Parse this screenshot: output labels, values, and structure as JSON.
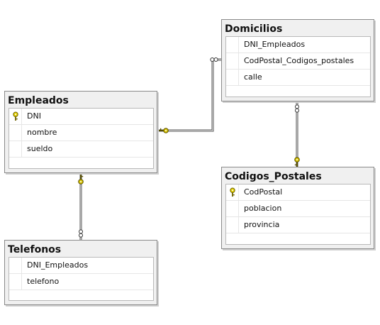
{
  "tables": [
    {
      "name": "Empleados",
      "columns": [
        {
          "name": "DNI",
          "key": true
        },
        {
          "name": "nombre",
          "key": false
        },
        {
          "name": "sueldo",
          "key": false
        }
      ]
    },
    {
      "name": "Telefonos",
      "columns": [
        {
          "name": "DNI_Empleados",
          "key": false
        },
        {
          "name": "telefono",
          "key": false
        }
      ]
    },
    {
      "name": "Domicilios",
      "columns": [
        {
          "name": "DNI_Empleados",
          "key": false
        },
        {
          "name": "CodPostal_Codigos_postales",
          "key": false
        },
        {
          "name": "calle",
          "key": false
        }
      ]
    },
    {
      "name": "Codigos_Postales",
      "columns": [
        {
          "name": "CodPostal",
          "key": true
        },
        {
          "name": "poblacion",
          "key": false
        },
        {
          "name": "provincia",
          "key": false
        }
      ]
    }
  ],
  "relationships": [
    {
      "from": "Empleados",
      "to": "Telefonos",
      "from_end": "key-icon",
      "to_end": "infinity-icon"
    },
    {
      "from": "Empleados",
      "to": "Domicilios",
      "from_end": "key-icon",
      "to_end": "infinity-icon"
    },
    {
      "from": "Codigos_Postales",
      "to": "Domicilios",
      "from_end": "key-icon",
      "to_end": "infinity-icon"
    }
  ],
  "colors": {
    "key": "#d8c400",
    "line": "#505050",
    "header_bg": "#f0f0f0",
    "border": "#8a8a8a"
  }
}
